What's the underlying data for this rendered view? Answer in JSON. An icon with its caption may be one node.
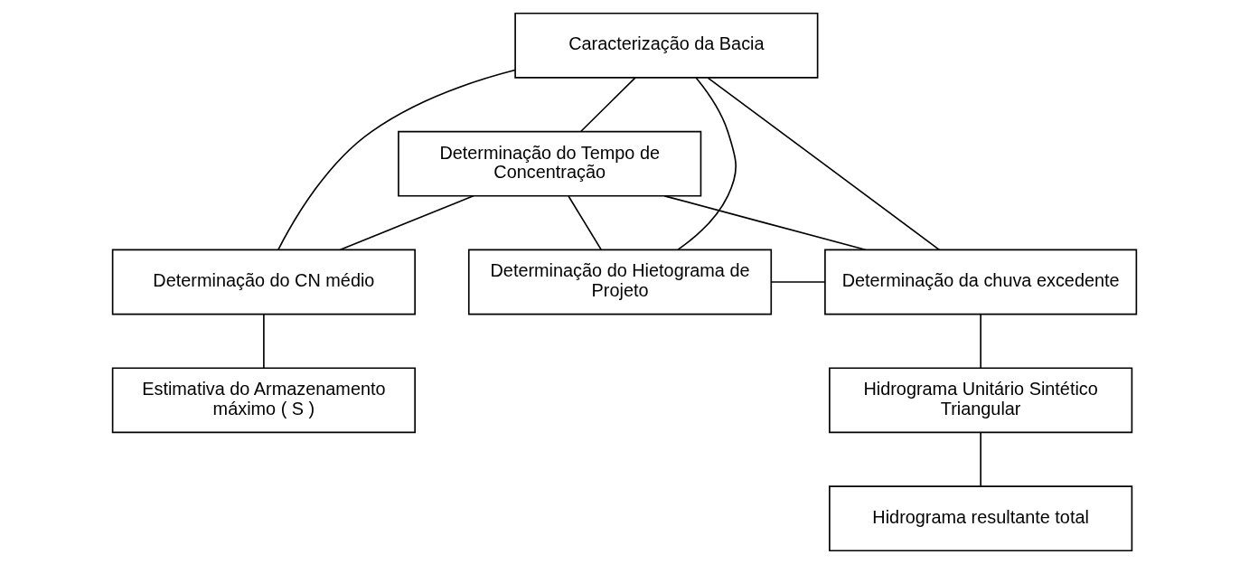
{
  "diagram": {
    "nodes": [
      {
        "text": [
          "Caracterização da Bacia"
        ]
      },
      {
        "text": [
          "Determinação do Tempo de Concentração"
        ]
      },
      {
        "text": [
          "Determinação do CN médio"
        ]
      },
      {
        "text": [
          "Determinação do Hietograma de Projeto"
        ]
      },
      {
        "text": [
          "Determinação da chuva excedente"
        ]
      },
      {
        "text": [
          "Estimativa do Armazenamento máximo ( S )"
        ]
      },
      {
        "text": [
          "Hidrograma Unitário Sintético Triangular"
        ]
      },
      {
        "text": [
          "Hidrograma resultante total"
        ]
      }
    ],
    "edges": [
      {
        "from": 0,
        "to": 1,
        "arrow": "none"
      },
      {
        "from": 0,
        "to": 2,
        "arrow": "none"
      },
      {
        "from": 0,
        "to": 3,
        "arrow": "none"
      },
      {
        "from": 0,
        "to": 4,
        "arrow": "none"
      },
      {
        "from": 1,
        "to": 2,
        "arrow": "none"
      },
      {
        "from": 1,
        "to": 3,
        "arrow": "none"
      },
      {
        "from": 1,
        "to": 4,
        "arrow": "none"
      },
      {
        "from": 3,
        "to": 4,
        "arrow": "none"
      },
      {
        "from": 2,
        "to": 5,
        "arrow": "none"
      },
      {
        "from": 4,
        "to": 6,
        "arrow": "none"
      },
      {
        "from": 6,
        "to": 7,
        "arrow": "none"
      }
    ]
  }
}
